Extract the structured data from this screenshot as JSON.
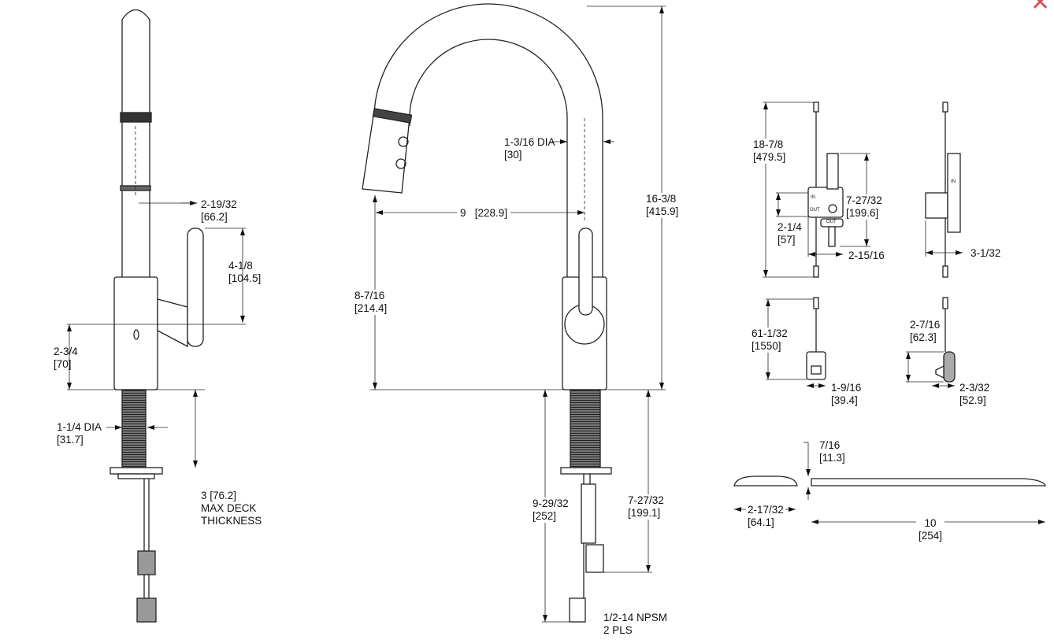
{
  "close_icon_color": "#d9534f",
  "left_view": {
    "spout_reach": [
      "2-19/32",
      "[66.2]"
    ],
    "handle_height": [
      "4-1/8",
      "[104.5]"
    ],
    "body_height": [
      "2-3/4",
      "[70]"
    ],
    "shank_dia": [
      "1-1/4 DIA",
      "[31.7]"
    ],
    "deck_thickness": [
      "3 [76.2]",
      "MAX DECK",
      "THICKNESS"
    ]
  },
  "center_view": {
    "spout_dia": [
      "1-3/16 DIA",
      "[30]"
    ],
    "reach": [
      "9",
      "[228.9]"
    ],
    "overall_height": [
      "16-3/8",
      "[415.9]"
    ],
    "spout_clearance": [
      "8-7/16",
      "[214.4]"
    ],
    "below_deck": [
      "9-29/32",
      "[252]"
    ],
    "hose_length": [
      "7-27/32",
      "[199.1]"
    ],
    "connection": [
      "1/2-14 NPSM",
      "2 PLS"
    ]
  },
  "control_box_front": {
    "overall": [
      "18-7/8",
      "[479.5]"
    ],
    "valve_height": [
      "7-27/32",
      "[199.6]"
    ],
    "box_height": [
      "2-1/4",
      "[57]"
    ],
    "width": [
      "2-15/16"
    ],
    "labels": [
      "IN",
      "OUT",
      "OUT"
    ]
  },
  "control_box_side": {
    "depth": [
      "3-1/32"
    ],
    "label": "IN"
  },
  "adapter_front": {
    "cord": [
      "61-1/32",
      "[1550]"
    ],
    "width": [
      "1-9/16",
      "[39.4]"
    ]
  },
  "adapter_side": {
    "height": [
      "2-7/16",
      "[62.3]"
    ],
    "depth": [
      "2-3/32",
      "[52.9]"
    ]
  },
  "deck_plate": {
    "thickness": [
      "7/16",
      "[11.3]"
    ],
    "width": [
      "2-17/32",
      "[64.1]"
    ],
    "length": [
      "10",
      "[254]"
    ]
  }
}
